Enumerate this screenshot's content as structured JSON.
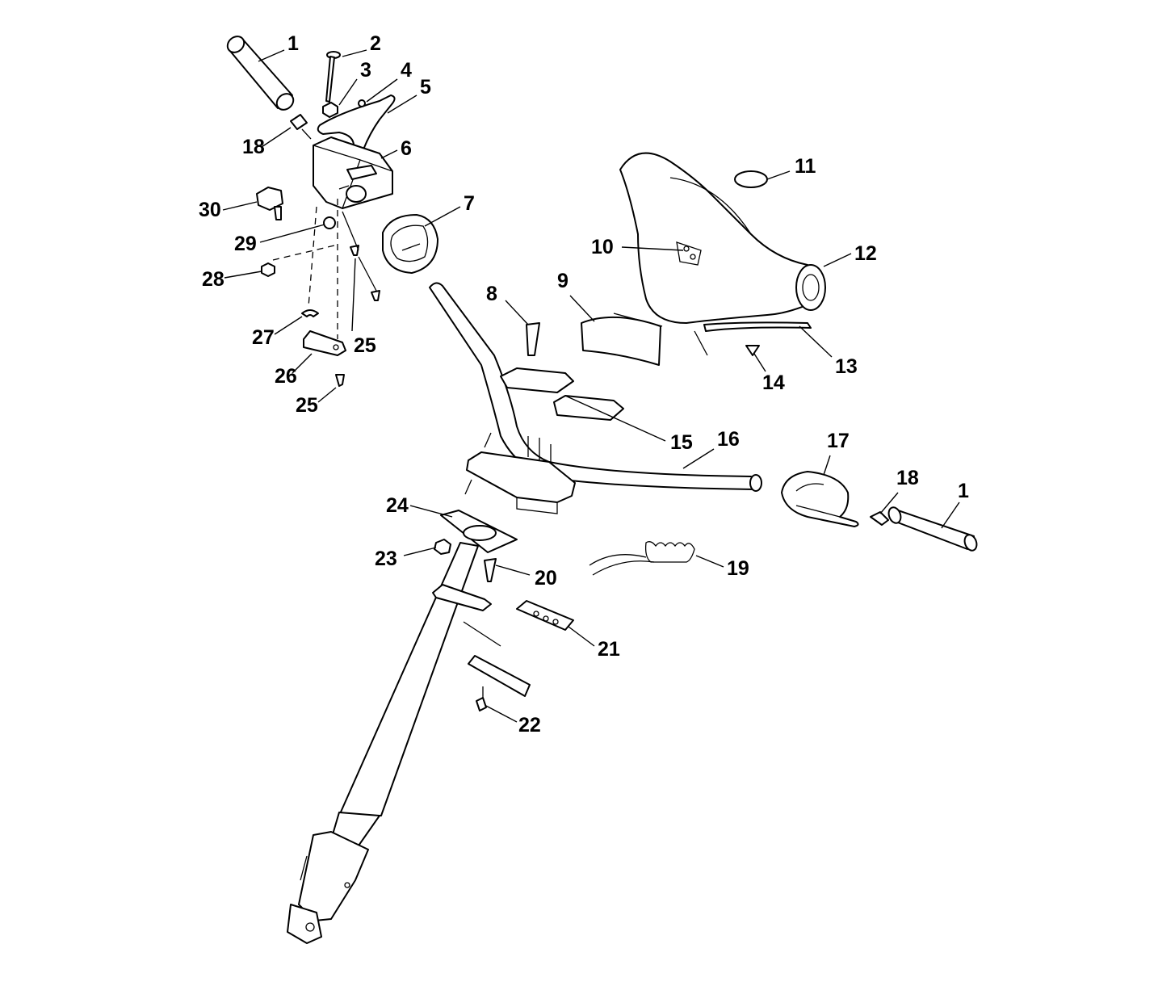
{
  "diagram": {
    "callouts": [
      "1",
      "2",
      "3",
      "4",
      "5",
      "18",
      "6",
      "30",
      "7",
      "29",
      "28",
      "27",
      "25",
      "26",
      "25",
      "8",
      "9",
      "10",
      "11",
      "12",
      "13",
      "14",
      "15",
      "16",
      "17",
      "18",
      "1",
      "24",
      "23",
      "20",
      "19",
      "21",
      "22"
    ]
  },
  "colors": {
    "line": "#000000",
    "background": "#ffffff"
  }
}
